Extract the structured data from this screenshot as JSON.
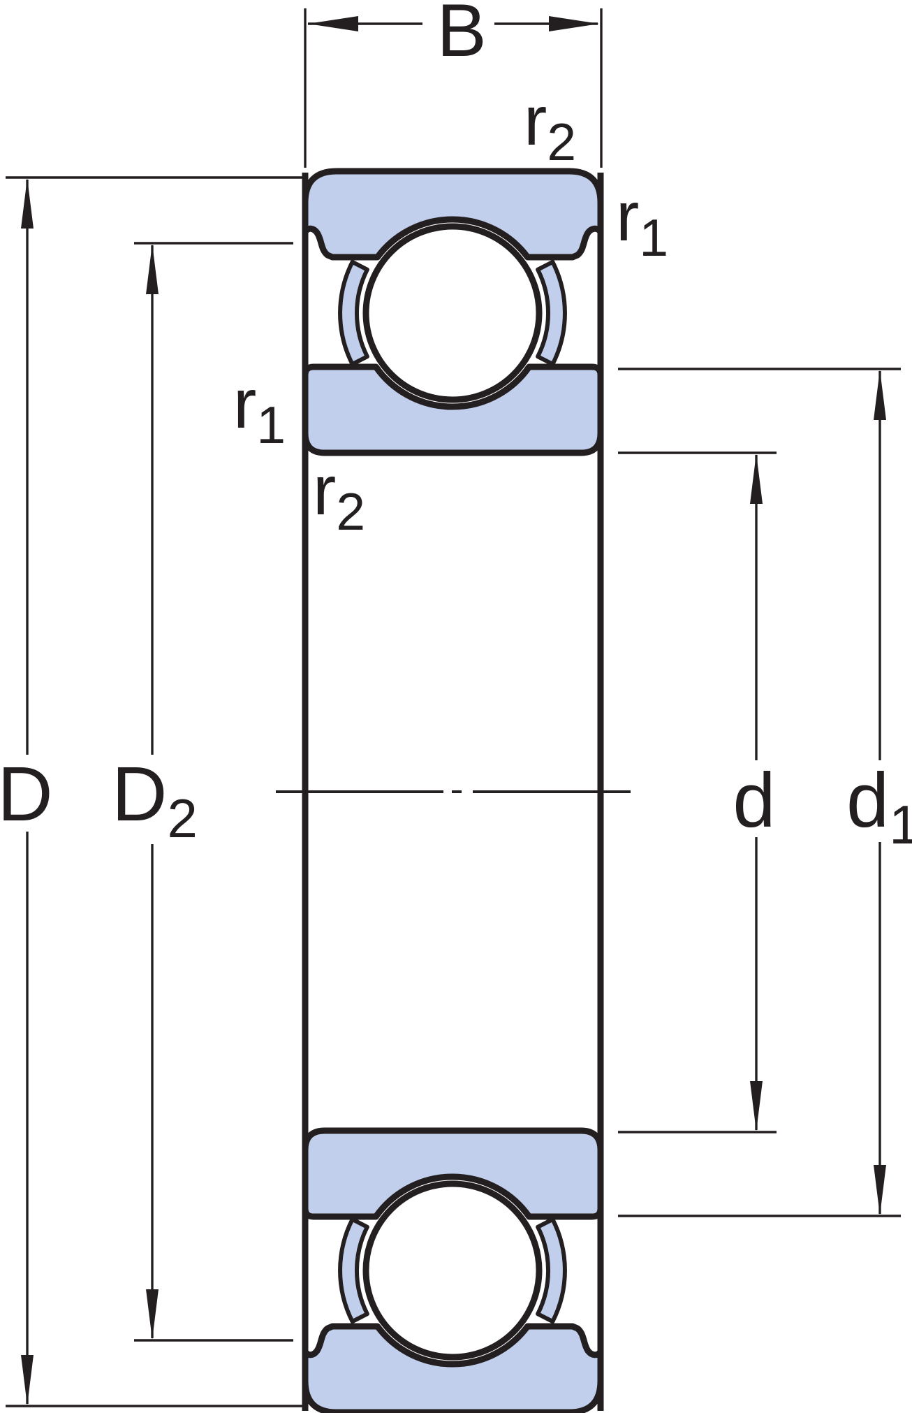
{
  "drawing": {
    "type": "deep-groove-ball-bearing-cross-section",
    "colors": {
      "part_fill": "#c1cfec",
      "line": "#231f20",
      "ball_fill": "#ffffff",
      "background": "#ffffff"
    },
    "labels": {
      "width_b": {
        "main": "B",
        "sub": ""
      },
      "outer_dia_D": {
        "main": "D",
        "sub": ""
      },
      "recess_dia_D2": {
        "main": "D",
        "sub": "2"
      },
      "bore_dia_d": {
        "main": "d",
        "sub": ""
      },
      "shoulder_dia_d1": {
        "main": "d",
        "sub": "1"
      },
      "radius_r1": {
        "main": "r",
        "sub": "1"
      },
      "radius_r2": {
        "main": "r",
        "sub": "2"
      }
    }
  }
}
